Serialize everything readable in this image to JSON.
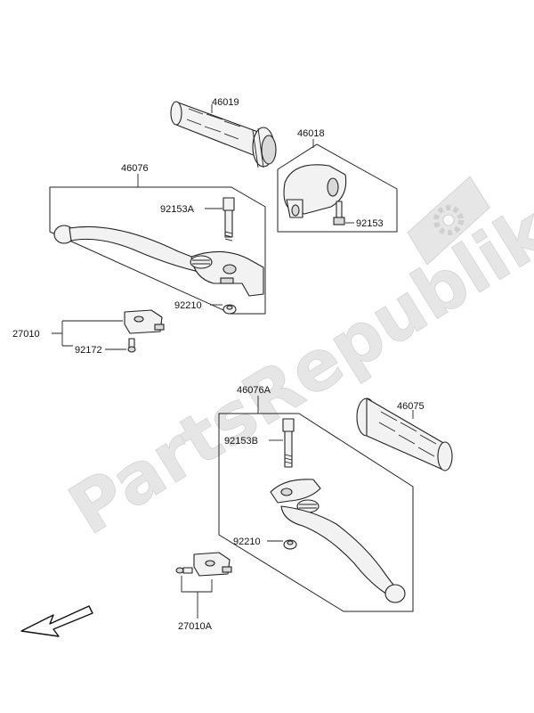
{
  "watermark": {
    "text": "PartsRepublik"
  },
  "labels": {
    "grip_right": "46019",
    "throttle_case": "46018",
    "lever_assy_upper": "46076",
    "bolt_upper": "92153A",
    "screw_case": "92153",
    "nut_upper": "92210",
    "switch_upper": "27010",
    "screw_switch": "92172",
    "lever_assy_lower": "46076A",
    "bolt_lower": "92153B",
    "grip_left": "46075",
    "nut_lower": "92210",
    "switch_lower": "27010A"
  },
  "colors": {
    "ink": "#222222",
    "watermark": "#e6e6e6",
    "part_fill": "#f2f2f2"
  },
  "icons": {
    "gear": "gear-icon",
    "arrow": "direction-arrow-icon"
  }
}
